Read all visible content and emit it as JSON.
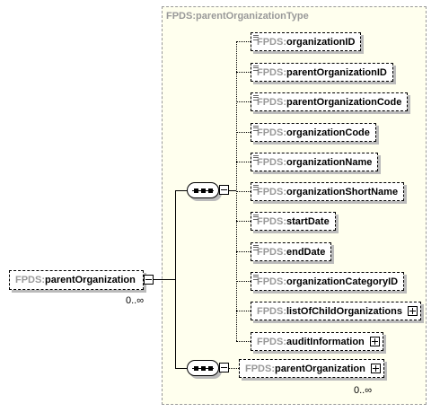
{
  "type_title": "FPDS:parentOrganizationType",
  "namespace": "FPDS:",
  "root": {
    "name": "parentOrganization",
    "occurrence": "0..∞"
  },
  "children": [
    {
      "name": "organizationID",
      "expandable": false
    },
    {
      "name": "parentOrganizationID",
      "expandable": false
    },
    {
      "name": "parentOrganizationCode",
      "expandable": false
    },
    {
      "name": "organizationCode",
      "expandable": false
    },
    {
      "name": "organizationName",
      "expandable": false
    },
    {
      "name": "organizationShortName",
      "expandable": false
    },
    {
      "name": "startDate",
      "expandable": false
    },
    {
      "name": "endDate",
      "expandable": false
    },
    {
      "name": "organizationCategoryID",
      "expandable": false
    },
    {
      "name": "listOfChildOrganizations",
      "expandable": true
    },
    {
      "name": "auditInformation",
      "expandable": true
    }
  ],
  "recursive": {
    "name": "parentOrganization",
    "occurrence": "0..∞"
  }
}
